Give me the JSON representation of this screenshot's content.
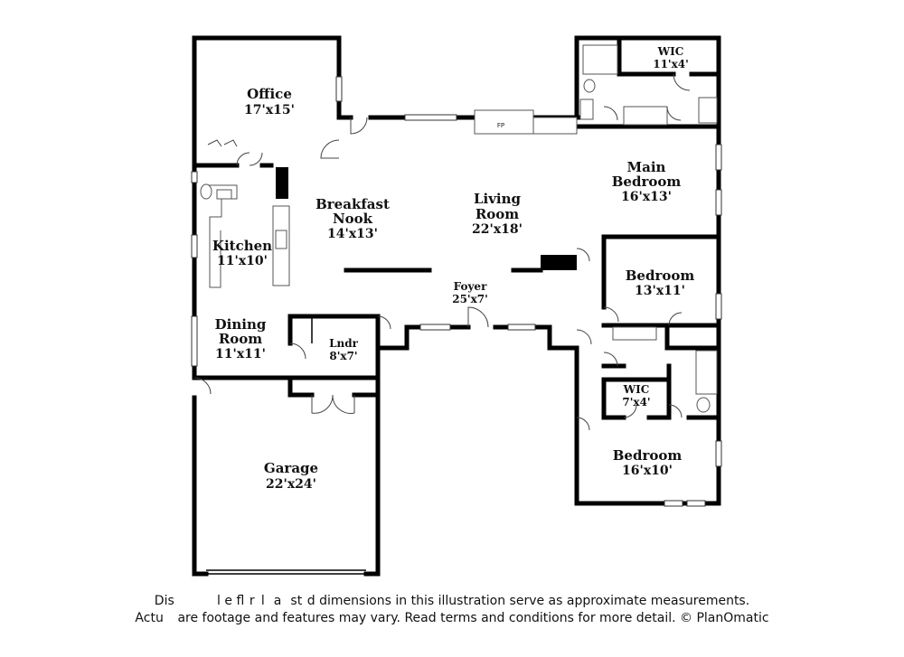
{
  "rooms": {
    "office": {
      "name": "Office",
      "dims": "17'x15'"
    },
    "breakfast_nook": {
      "name_line1": "Breakfast",
      "name_line2": "Nook",
      "dims": "14'x13'"
    },
    "living_room": {
      "name_line1": "Living",
      "name_line2": "Room",
      "dims": "22'x18'"
    },
    "kitchen": {
      "name": "Kitchen",
      "dims": "11'x10'"
    },
    "dining_room": {
      "name_line1": "Dining",
      "name_line2": "Room",
      "dims": "11'x11'"
    },
    "laundry": {
      "name": "Lndr",
      "dims": "8'x7'"
    },
    "foyer": {
      "name": "Foyer",
      "dims": "25'x7'"
    },
    "garage": {
      "name": "Garage",
      "dims": "22'x24'"
    },
    "main_bedroom": {
      "name_line1": "Main",
      "name_line2": "Bedroom",
      "dims": "16'x13'"
    },
    "wic_main": {
      "name": "WIC",
      "dims": "11'x4'"
    },
    "bedroom_2": {
      "name": "Bedroom",
      "dims": "13'x11'"
    },
    "wic_2": {
      "name": "WIC",
      "dims": "7'x4'"
    },
    "bedroom_3": {
      "name": "Bedroom",
      "dims": "16'x10'"
    }
  },
  "fireplace_label": "FP",
  "disclaimer": {
    "line1": "Dis           l e fl  r  l   a   st  d dimensions in this illustration serve as approximate measurements.",
    "line2": "Actu     are footage and features may vary. Read terms and conditions for more detail. © PlanOmatic"
  }
}
